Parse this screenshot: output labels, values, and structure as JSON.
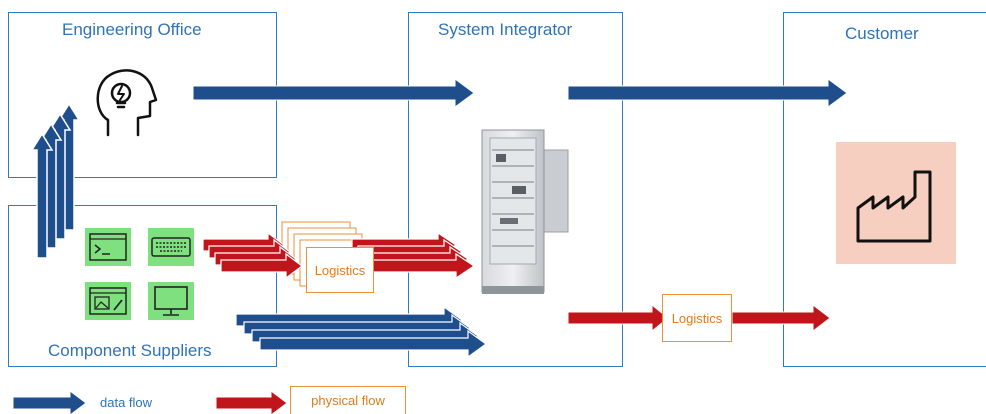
{
  "regions": {
    "engineering_office": "Engineering Office",
    "component_suppliers": "Component Suppliers",
    "system_integrator": "System Integrator",
    "customer": "Customer"
  },
  "logistics_labels": {
    "supplier_logistics": "Logistics",
    "integrator_logistics": "Logistics"
  },
  "legend": {
    "data_flow": "data flow",
    "physical_flow": "physical flow"
  },
  "colors": {
    "data_flow": "#1f4e8c",
    "physical_flow": "#c0151b",
    "region_border": "#2f7bbf",
    "component_tile": "#7ee07e",
    "customer_tile": "#f6cfc0",
    "logistics_border": "#e8913a"
  },
  "icons": {
    "engineering": "head-lightbulb-icon",
    "components": [
      "terminal-window-icon",
      "keyboard-icon",
      "image-editor-window-icon",
      "monitor-icon"
    ],
    "integrator": "control-cabinet-icon",
    "customer": "factory-icon"
  }
}
